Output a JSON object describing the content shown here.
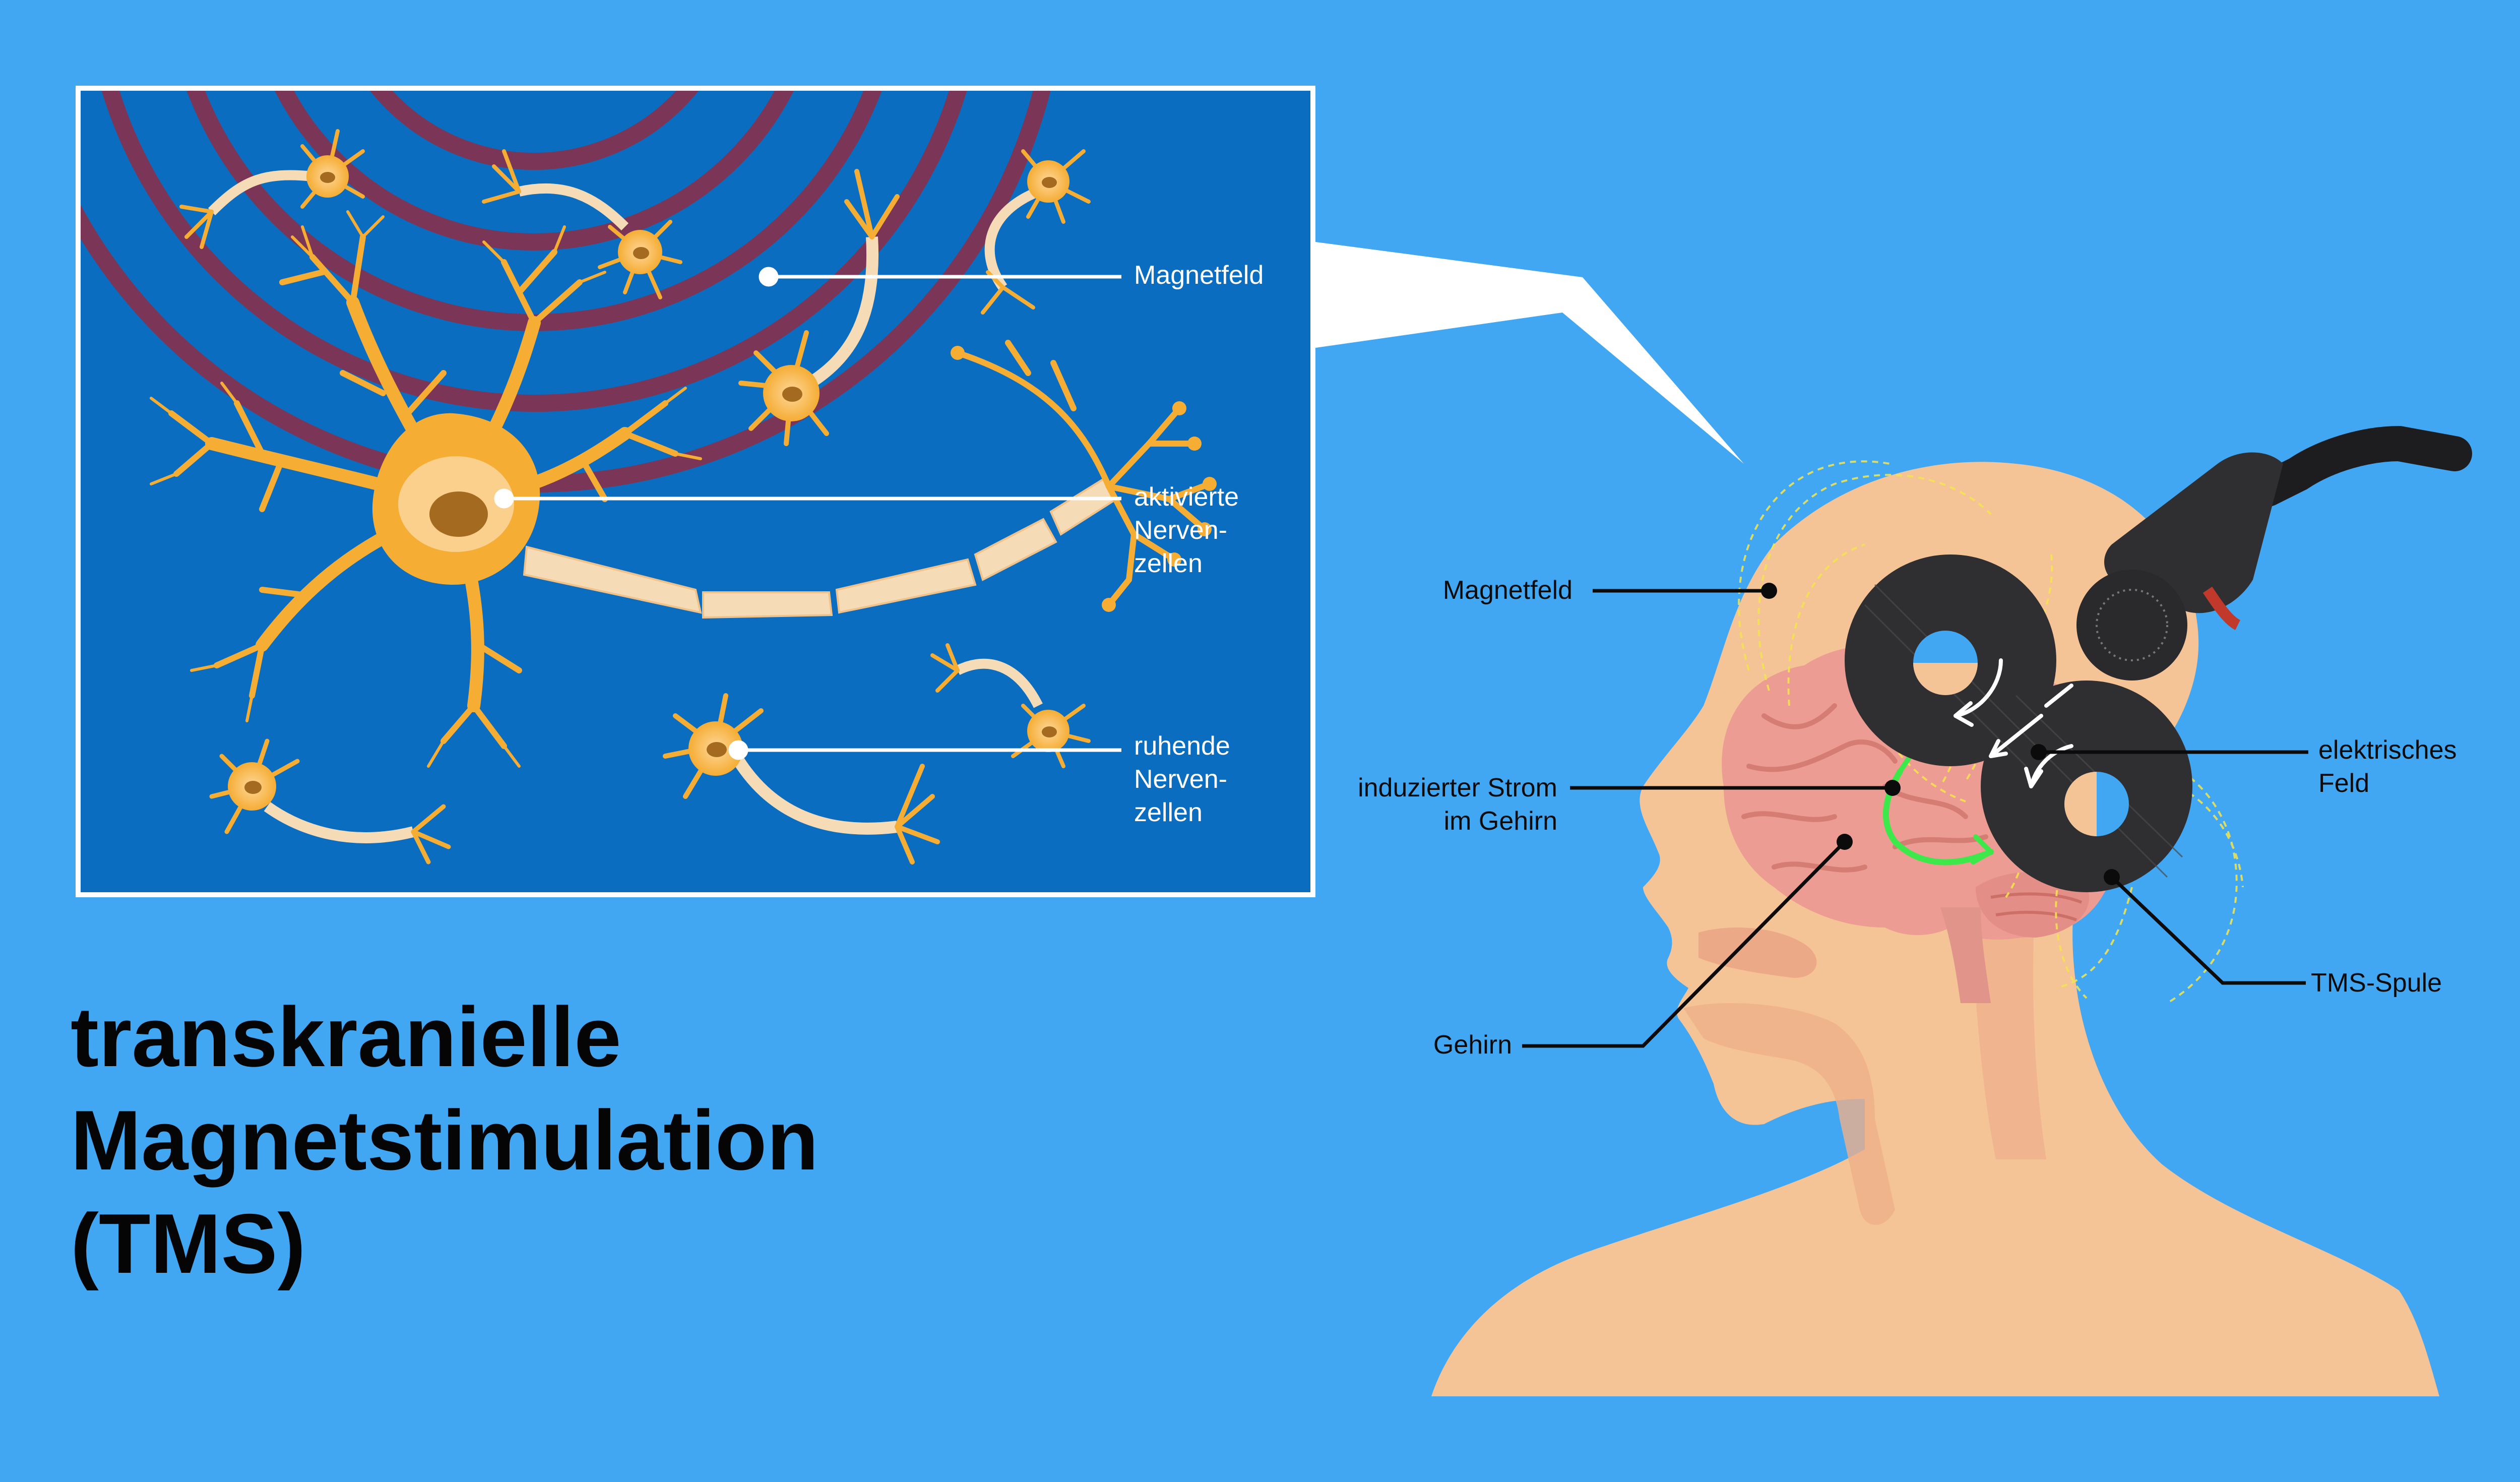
{
  "title": {
    "line1": "transkranielle",
    "line2": "Magnetstimulation",
    "line3": "(TMS)"
  },
  "inset_labels": {
    "magnetfeld": "Magnetfeld",
    "aktivierte_line1": "aktivierte",
    "aktivierte_line2": "Nerven-",
    "aktivierte_line3": "zellen",
    "ruhende_line1": "ruhende",
    "ruhende_line2": "Nerven-",
    "ruhende_line3": "zellen"
  },
  "head_labels": {
    "magnetfeld": "Magnetfeld",
    "induzierter_line1": "induzierter Strom",
    "induzierter_line2": "im Gehirn",
    "gehirn": "Gehirn",
    "elektrisches_line1": "elektrisches",
    "elektrisches_line2": "Feld",
    "tms_spule": "TMS-Spule"
  },
  "colors": {
    "background": "#42a7f2",
    "inset_background": "#0a6dc0",
    "field_rings": "#7b3556",
    "neuron": "#f5ad34",
    "axon": "#f6dcb6",
    "skin": "#f4c396",
    "brain": "#ec9c92",
    "coil": "#2f2f31",
    "induced_current": "#3fe84a",
    "field_lines": "#f5e64c"
  }
}
